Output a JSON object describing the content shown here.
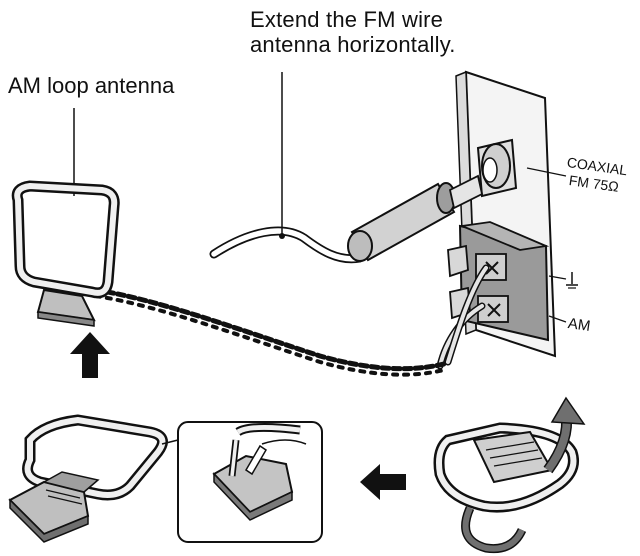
{
  "labels": {
    "fm_instruction_line1": "Extend the FM wire",
    "fm_instruction_line2": "antenna horizontally.",
    "am_loop": "AM loop antenna",
    "coaxial": "COAXIAL",
    "fm75": "FM  75Ω",
    "am_terminal": "AM"
  },
  "colors": {
    "line": "#111111",
    "panel": "#f4f4f4",
    "connector": "#9a9a9a",
    "arrow_gray": "#6f6f6f"
  },
  "icons": [
    "up-arrow-icon",
    "left-arrow-icon",
    "rotate-arrow-icon",
    "ground-symbol-icon"
  ]
}
